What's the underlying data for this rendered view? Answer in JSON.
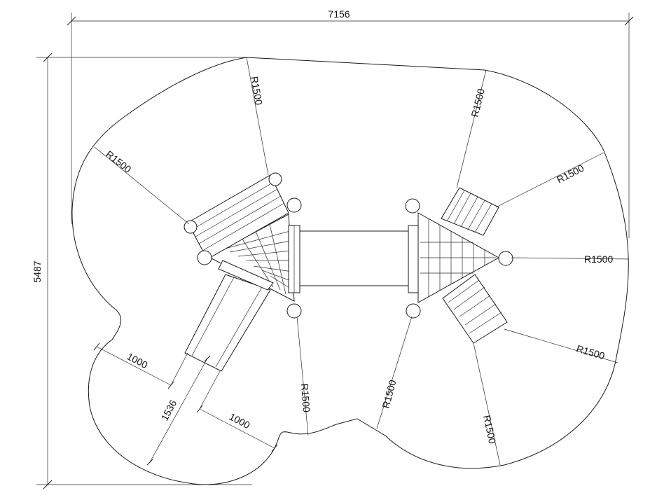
{
  "dimensions": {
    "overall_width": "7156",
    "overall_height": "5487",
    "clearance_1": "1000",
    "clearance_2": "1000",
    "slide_length": "1536"
  },
  "radii": {
    "r_top_left": "R1500",
    "r_left": "R1500",
    "r_top_right": "R1500",
    "r_right_upper": "R1500",
    "r_right_mid": "R1500",
    "r_right_lower": "R1500",
    "r_bottom_right": "R1500",
    "r_bottom_mid_right": "R1500",
    "r_bottom_mid_left": "R1500"
  }
}
